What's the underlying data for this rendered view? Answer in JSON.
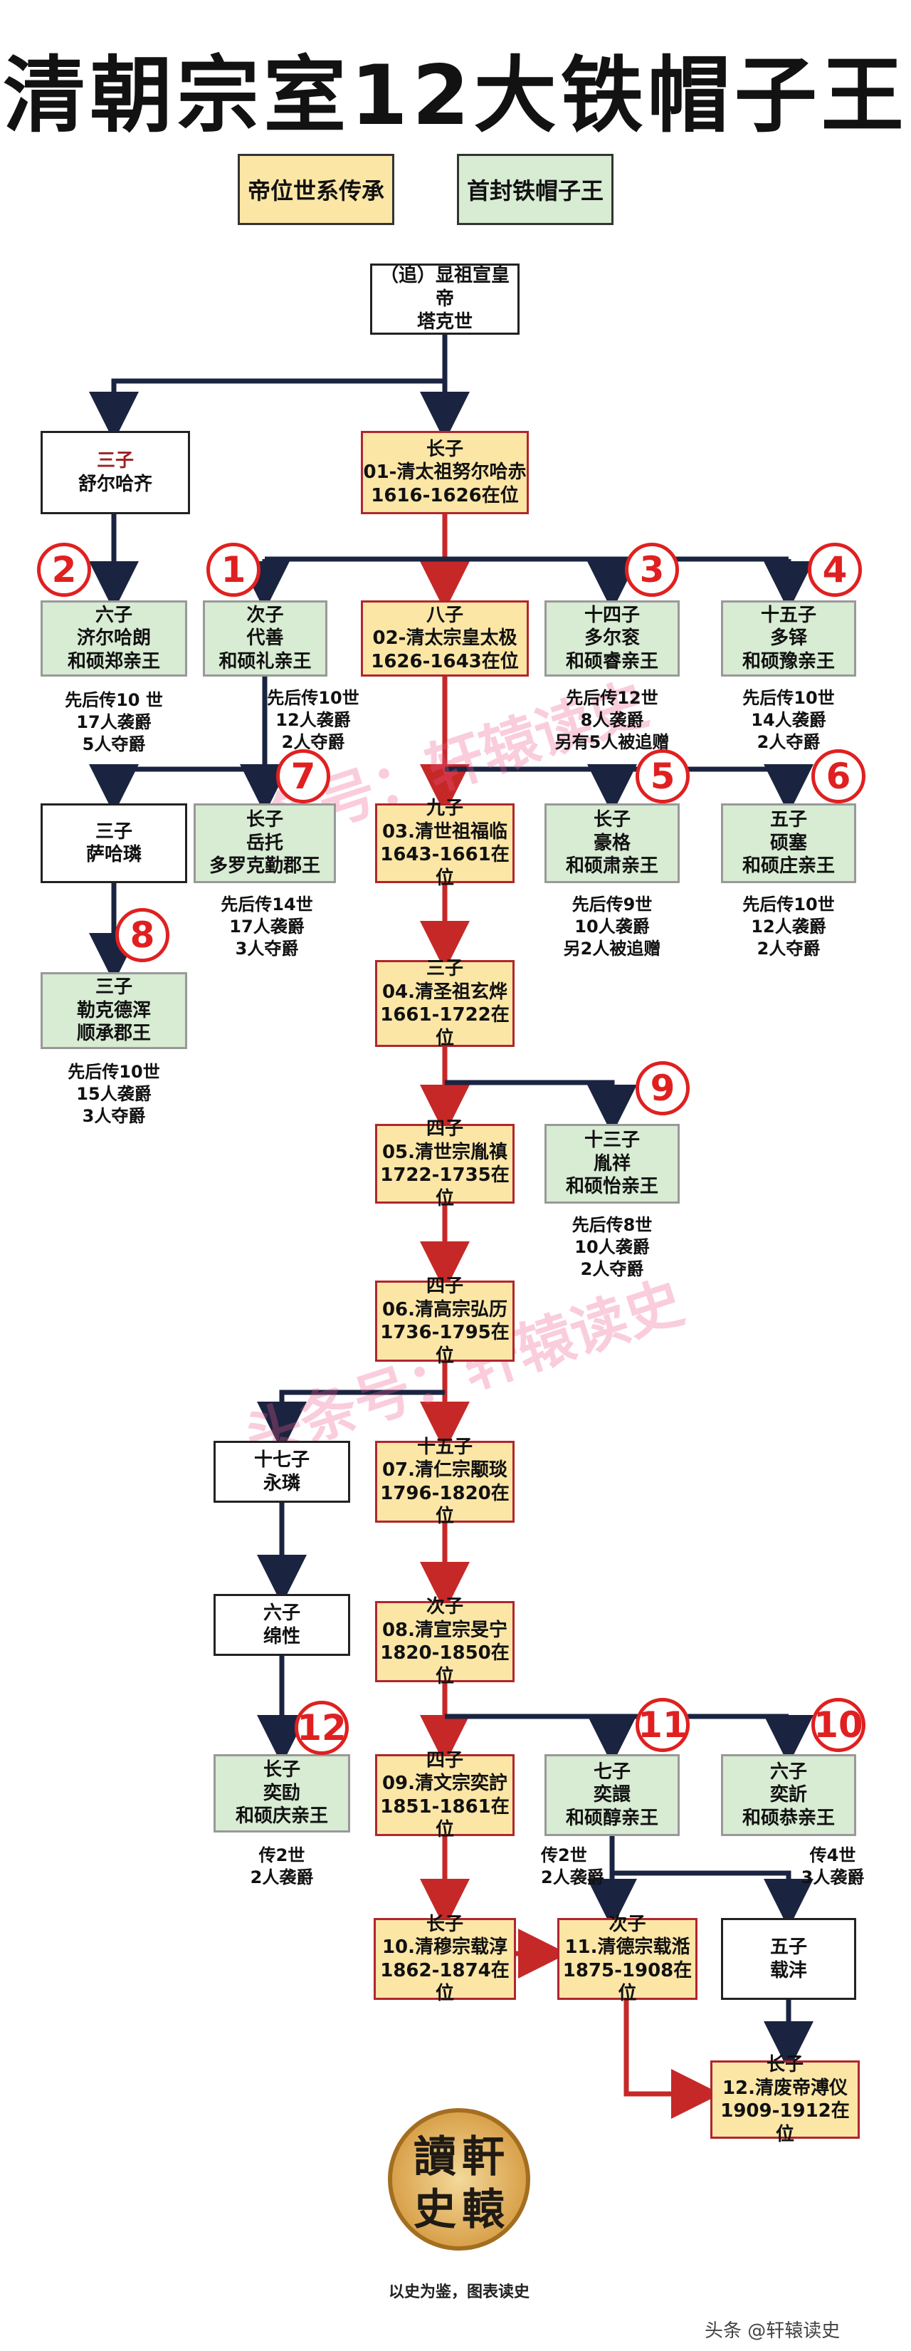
{
  "title": "清朝宗室12大铁帽子王",
  "legend": {
    "yellow": "帝位世系传承",
    "green": "首封铁帽子王"
  },
  "colors": {
    "yellow": "#fbe6a6",
    "green": "#d8ebd3",
    "red_line": "#c62828",
    "navy_line": "#1a2440",
    "circle": "#e02020"
  },
  "nodes": {
    "taksi": [
      "（追）显祖宣皇帝",
      "塔克世"
    ],
    "shurhaci": [
      "三子",
      "舒尔哈齐"
    ],
    "nurhaci": [
      "长子",
      "01-清太祖努尔哈赤",
      "1616-1626在位"
    ],
    "jirgalang": [
      "六子",
      "济尔哈朗",
      "和硕郑亲王"
    ],
    "daisan": [
      "次子",
      "代善",
      "和硕礼亲王"
    ],
    "hongtaiji": [
      "八子",
      "02-清太宗皇太极",
      "1626-1643在位"
    ],
    "dorgon": [
      "十四子",
      "多尔衮",
      "和硕睿亲王"
    ],
    "dodo": [
      "十五子",
      "多铎",
      "和硕豫亲王"
    ],
    "sahaliyan": [
      "三子",
      "萨哈璘"
    ],
    "yoto": [
      "长子",
      "岳托",
      "多罗克勤郡王"
    ],
    "fulin": [
      "九子",
      "03.清世祖福临",
      "1643-1661在位"
    ],
    "hooge": [
      "长子",
      "豪格",
      "和硕肃亲王"
    ],
    "shose": [
      "五子",
      "硕塞",
      "和硕庄亲王"
    ],
    "lekdehun": [
      "三子",
      "勒克德浑",
      "顺承郡王"
    ],
    "xuanye": [
      "三子",
      "04.清圣祖玄烨",
      "1661-1722在位"
    ],
    "yinzhen": [
      "四子",
      "05.清世宗胤禛",
      "1722-1735在位"
    ],
    "yinxiang": [
      "十三子",
      "胤祥",
      "和硕怡亲王"
    ],
    "hongli": [
      "四子",
      "06.清高宗弘历",
      "1736-1795在位"
    ],
    "yonglin": [
      "十七子",
      "永璘"
    ],
    "yongyan": [
      "十五子",
      "07.清仁宗颙琰",
      "1796-1820在位"
    ],
    "mianxing": [
      "六子",
      "绵性"
    ],
    "minning": [
      "次子",
      "08.清宣宗旻宁",
      "1820-1850在位"
    ],
    "yikuang": [
      "长子",
      "奕劻",
      "和硕庆亲王"
    ],
    "yizhu": [
      "四子",
      "09.清文宗奕詝",
      "1851-1861在位"
    ],
    "yixuan": [
      "七子",
      "奕譞",
      "和硕醇亲王"
    ],
    "yixin": [
      "六子",
      "奕訢",
      "和硕恭亲王"
    ],
    "zaichun": [
      "长子",
      "10.清穆宗载淳",
      "1862-1874在位"
    ],
    "zaitian": [
      "次子",
      "11.清德宗载湉",
      "1875-1908在位"
    ],
    "zaifeng": [
      "五子",
      "载沣"
    ],
    "puyi": [
      "长子",
      "12.清废帝溥仪",
      "1909-1912在位"
    ]
  },
  "circles": {
    "c1": "1",
    "c2": "2",
    "c3": "3",
    "c4": "4",
    "c5": "5",
    "c6": "6",
    "c7": "7",
    "c8": "8",
    "c9": "9",
    "c10": "10",
    "c11": "11",
    "c12": "12"
  },
  "notes": {
    "zheng": [
      "先后传10 世",
      "17人袭爵",
      "5人夺爵"
    ],
    "li": [
      "先后传10世",
      "12人袭爵",
      "2人夺爵"
    ],
    "rui": [
      "先后传12世",
      "8人袭爵",
      "另有5人被追赠"
    ],
    "yu": [
      "先后传10世",
      "14人袭爵",
      "2人夺爵"
    ],
    "keqin": [
      "先后传14世",
      "17人袭爵",
      "3人夺爵"
    ],
    "su": [
      "先后传9世",
      "10人袭爵",
      "另2人被追赠"
    ],
    "zhuang": [
      "先后传10世",
      "12人袭爵",
      "2人夺爵"
    ],
    "shuncheng": [
      "先后传10世",
      "15人袭爵",
      "3人夺爵"
    ],
    "yi": [
      "先后传8世",
      "10人袭爵",
      "2人夺爵"
    ],
    "qing": [
      "传2世",
      "2人袭爵"
    ],
    "chun": [
      "传2世",
      "2人袭爵"
    ],
    "gong": [
      "传4世",
      "3人袭爵"
    ]
  },
  "watermarks": {
    "w1": "头条号：轩辕读史",
    "w2": "头条号：轩辕读史"
  },
  "seal": [
    "讀",
    "軒",
    "史",
    "轅"
  ],
  "motto": "以史为鉴，图表读史",
  "credit": "头条 @轩辕读史"
}
